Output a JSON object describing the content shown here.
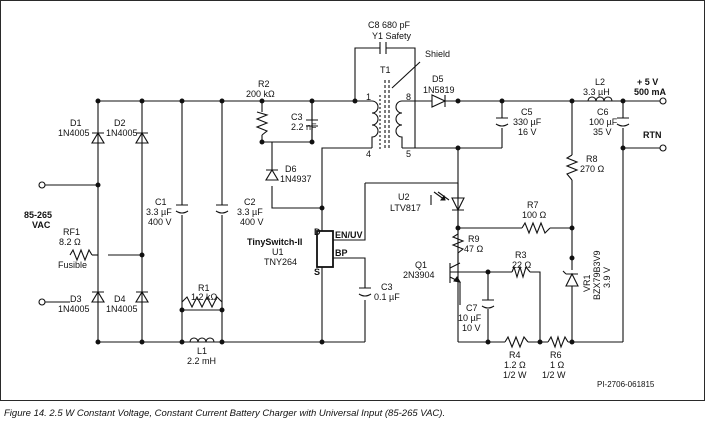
{
  "caption": "Figure 14.  2.5 W Constant Voltage, Constant Current Battery Charger with Universal Input (85-265 VAC).",
  "drawing_id": "PI-2706-061815",
  "input": {
    "range": "85-265",
    "unit": "VAC"
  },
  "outputs": {
    "v_label": "+ 5 V",
    "i_label": "500 mA",
    "rtn": "RTN"
  },
  "components": {
    "c8": [
      "C8 680 pF",
      "Y1 Safety"
    ],
    "shield": "Shield",
    "t1": "T1",
    "pins": [
      "1",
      "8",
      "4",
      "5"
    ],
    "d5": [
      "D5",
      "1N5819"
    ],
    "l2": [
      "L2",
      "3.3 µH"
    ],
    "c6": [
      "C6",
      "100 µF",
      "35 V"
    ],
    "c5": [
      "C5",
      "330 µF",
      "16 V"
    ],
    "r2": [
      "R2",
      "200 kΩ"
    ],
    "c3a": [
      "C3",
      "2.2 nF"
    ],
    "d6": [
      "D6",
      "1N4937"
    ],
    "d1": [
      "D1",
      "1N4005"
    ],
    "d2": [
      "D2",
      "1N4005"
    ],
    "d3": [
      "D3",
      "1N4005"
    ],
    "d4": [
      "D4",
      "1N4005"
    ],
    "c1": [
      "C1",
      "3.3 µF",
      "400 V"
    ],
    "c2": [
      "C2",
      "3.3 µF",
      "400 V"
    ],
    "rf1": [
      "RF1",
      "8.2 Ω",
      "Fusible"
    ],
    "r1": [
      "R1",
      "1.2 kΩ"
    ],
    "l1": [
      "L1",
      "2.2 mH"
    ],
    "u1": [
      "TinySwitch-II",
      "U1",
      "TNY264"
    ],
    "u1_pins": [
      "D",
      "S",
      "EN/UV",
      "BP"
    ],
    "c3b": [
      "C3",
      "0.1 µF"
    ],
    "u2": [
      "U2",
      "LTV817"
    ],
    "r7": [
      "R7",
      "100 Ω"
    ],
    "r8": [
      "R8",
      "270 Ω"
    ],
    "r9": [
      "R9",
      "47 Ω"
    ],
    "q1": [
      "Q1",
      "2N3904"
    ],
    "r3": [
      "R3",
      "22 Ω"
    ],
    "c7": [
      "C7",
      "10 µF",
      "10 V"
    ],
    "vr1": [
      "VR1",
      "BZX79B3V9",
      "3.9 V"
    ],
    "r4": [
      "R4",
      "1.2 Ω",
      "1/2 W"
    ],
    "r6": [
      "R6",
      "1 Ω",
      "1/2 W"
    ]
  }
}
